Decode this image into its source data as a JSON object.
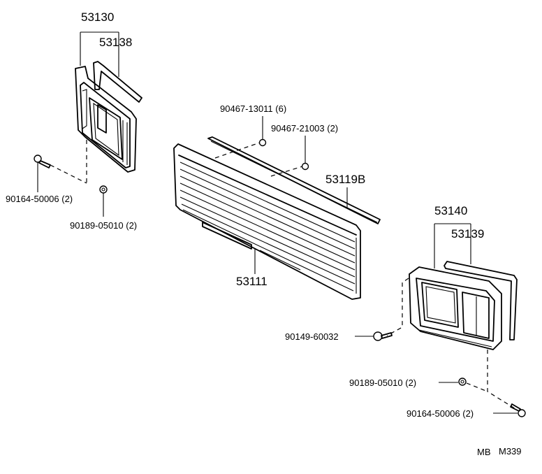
{
  "labels": {
    "p53130": "53130",
    "p53138": "53138",
    "p90467_13011": "90467-13011 (6)",
    "p90467_21003": "90467-21003 (2)",
    "p53119b": "53119B",
    "p90164_left": "90164-50006 (2)",
    "p90189_left": "90189-05010 (2)",
    "p53111": "53111",
    "p53140": "53140",
    "p53139": "53139",
    "p90149": "90149-60032",
    "p90189_right": "90189-05010 (2)",
    "p90164_right": "90164-50006 (2)"
  },
  "footer": {
    "code1": "MB",
    "code2": "M339"
  }
}
